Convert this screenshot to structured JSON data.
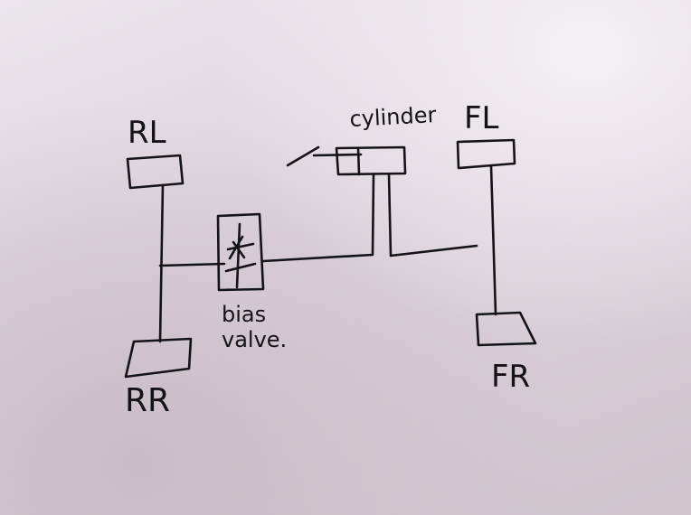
{
  "labels": {
    "rl": "RL",
    "rr": "RR",
    "fl": "FL",
    "fr": "FR",
    "cylinder": "cylinder",
    "bias_line1": "bias",
    "bias_line2": "valve."
  },
  "colors": {
    "ink": "#141316",
    "paper": "#e3dce4"
  }
}
